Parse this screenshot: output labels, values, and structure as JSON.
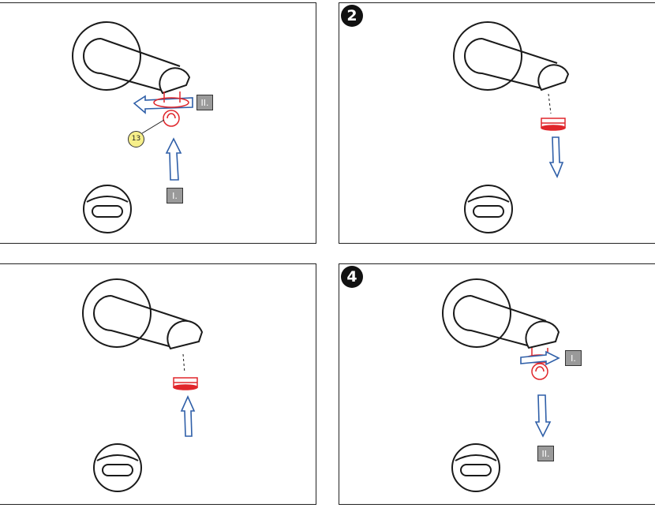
{
  "colors": {
    "outline": "#1a1a1a",
    "part_red": "#e0262b",
    "arrow_blue": "#2f5fa8",
    "tag_gray": "#9a9a9a",
    "callout_yellow": "#f6ef8a"
  },
  "panels": [
    {
      "step": "",
      "tags": [
        "II.",
        "I."
      ],
      "callout": "13"
    },
    {
      "step": "2",
      "tags": [],
      "callout": ""
    },
    {
      "step": "",
      "tags": [],
      "callout": ""
    },
    {
      "step": "4",
      "tags": [
        "I.",
        "II."
      ],
      "callout": ""
    }
  ],
  "icons": [
    "spout-icon",
    "aerator-icon",
    "arrow-up-icon",
    "arrow-down-icon",
    "rotate-arrow-icon",
    "spout-front-view-icon"
  ]
}
